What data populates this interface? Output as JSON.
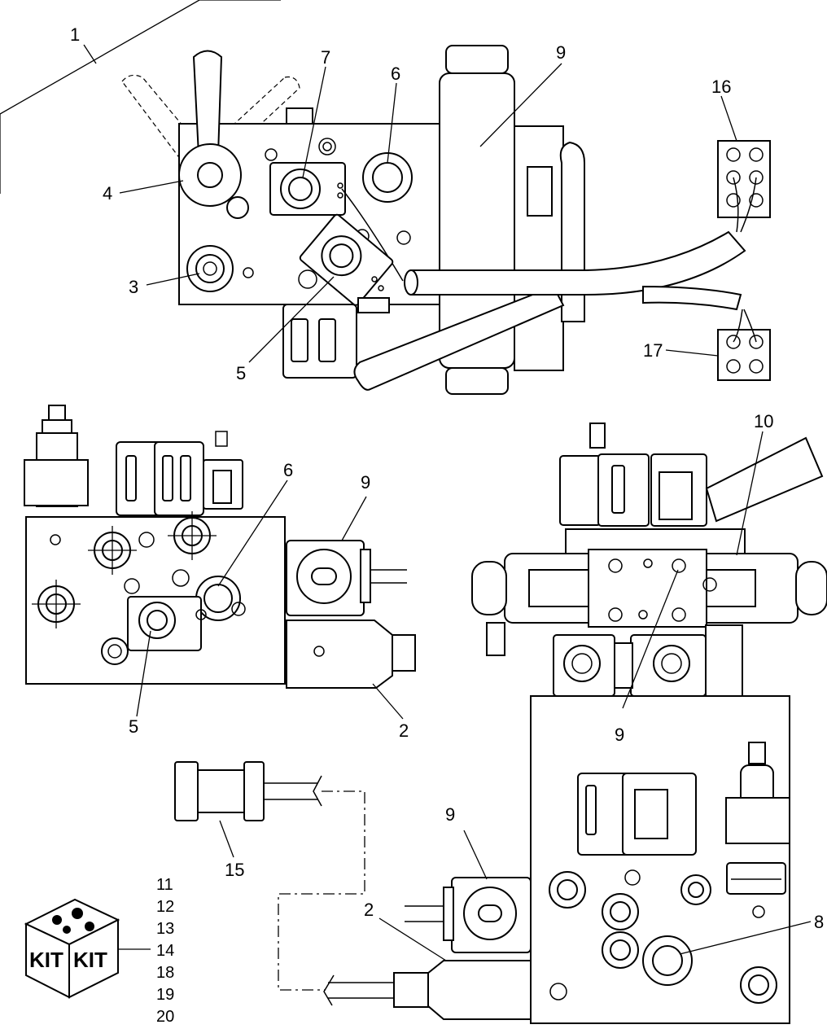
{
  "callouts": {
    "c1": "1",
    "c2a": "2",
    "c2b": "2",
    "c3": "3",
    "c4": "4",
    "c5a": "5",
    "c5b": "5",
    "c6a": "6",
    "c6b": "6",
    "c7": "7",
    "c8": "8",
    "c9a": "9",
    "c9b": "9",
    "c9c": "9",
    "c9d": "9",
    "c10": "10",
    "c15": "15",
    "c16": "16",
    "c17": "17"
  },
  "kit": {
    "box_text_left": "KIT",
    "box_text_right": "KIT",
    "items": [
      "11",
      "12",
      "13",
      "14",
      "18",
      "19",
      "20"
    ]
  }
}
